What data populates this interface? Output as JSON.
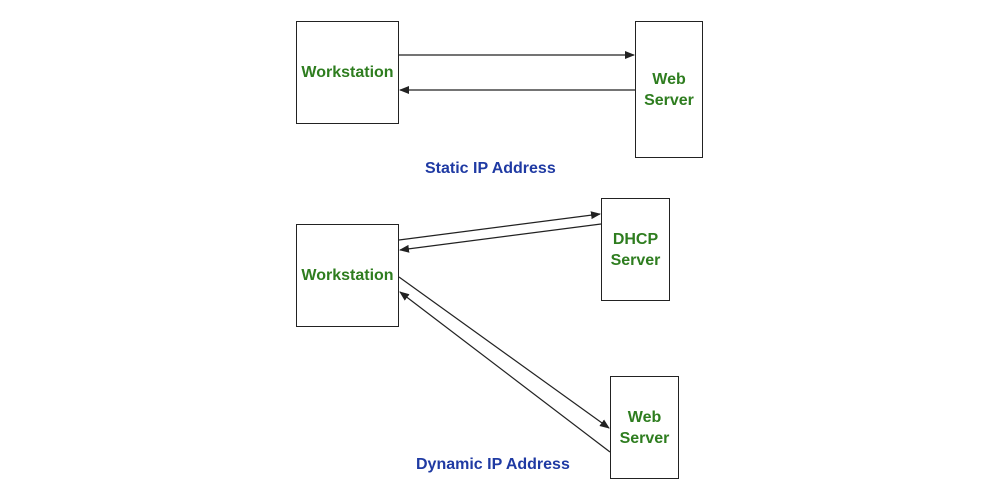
{
  "colors": {
    "node_text": "#2e7d1f",
    "caption_text": "#1f3aa3",
    "border": "#222222",
    "arrow": "#222222"
  },
  "static_diagram": {
    "caption": "Static IP Address",
    "workstation": "Workstation",
    "web_server": "Web\nServer"
  },
  "dynamic_diagram": {
    "caption": "Dynamic IP Address",
    "workstation": "Workstation",
    "dhcp_server": "DHCP\nServer",
    "web_server": "Web\nServer"
  }
}
